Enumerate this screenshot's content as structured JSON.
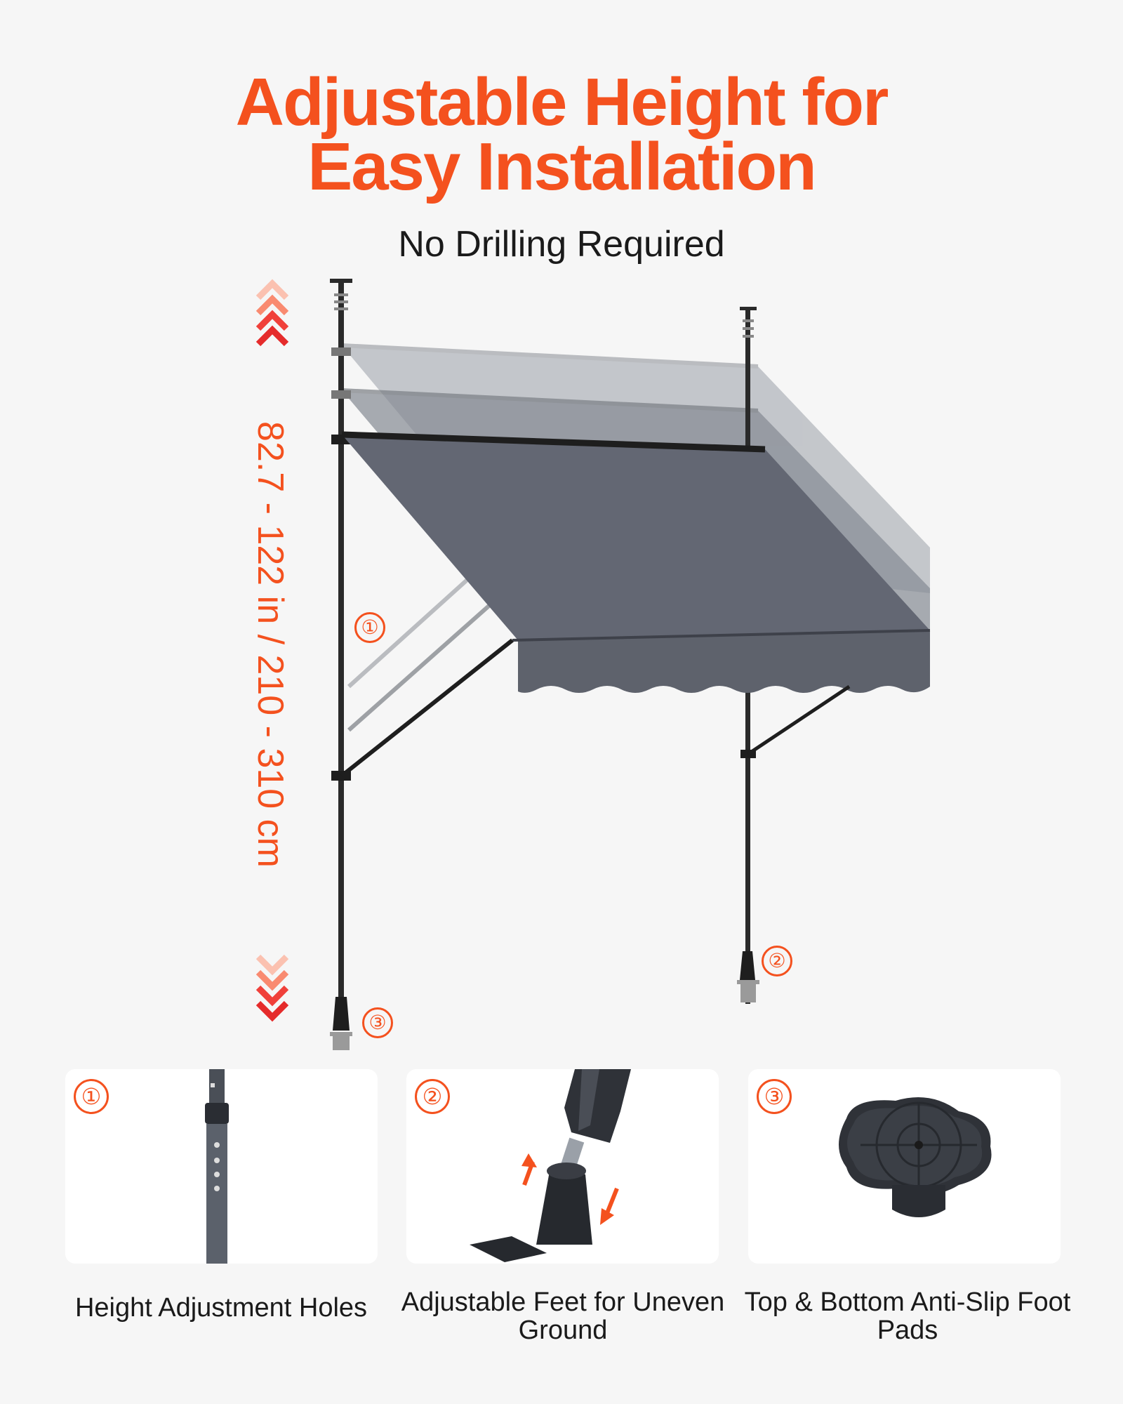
{
  "header": {
    "title_line1": "Adjustable Height for",
    "title_line2": "Easy Installation",
    "subtitle": "No Drilling Required"
  },
  "diagram": {
    "height_range_label": "82.7 - 122 in / 210 - 310 cm",
    "callout_1": "①",
    "callout_2": "②",
    "callout_3": "③",
    "colors": {
      "accent": "#f4511e",
      "fabric": "#636773",
      "pole": "#2a2a2a",
      "background": "#f6f6f6"
    }
  },
  "features": [
    {
      "number": "①",
      "label": "Height Adjustment Holes",
      "icon": "telescopic-pole-icon"
    },
    {
      "number": "②",
      "label": "Adjustable Feet for Uneven Ground",
      "icon": "adjustable-foot-icon"
    },
    {
      "number": "③",
      "label": "Top & Bottom Anti-Slip Foot Pads",
      "icon": "foot-pad-icon"
    }
  ]
}
